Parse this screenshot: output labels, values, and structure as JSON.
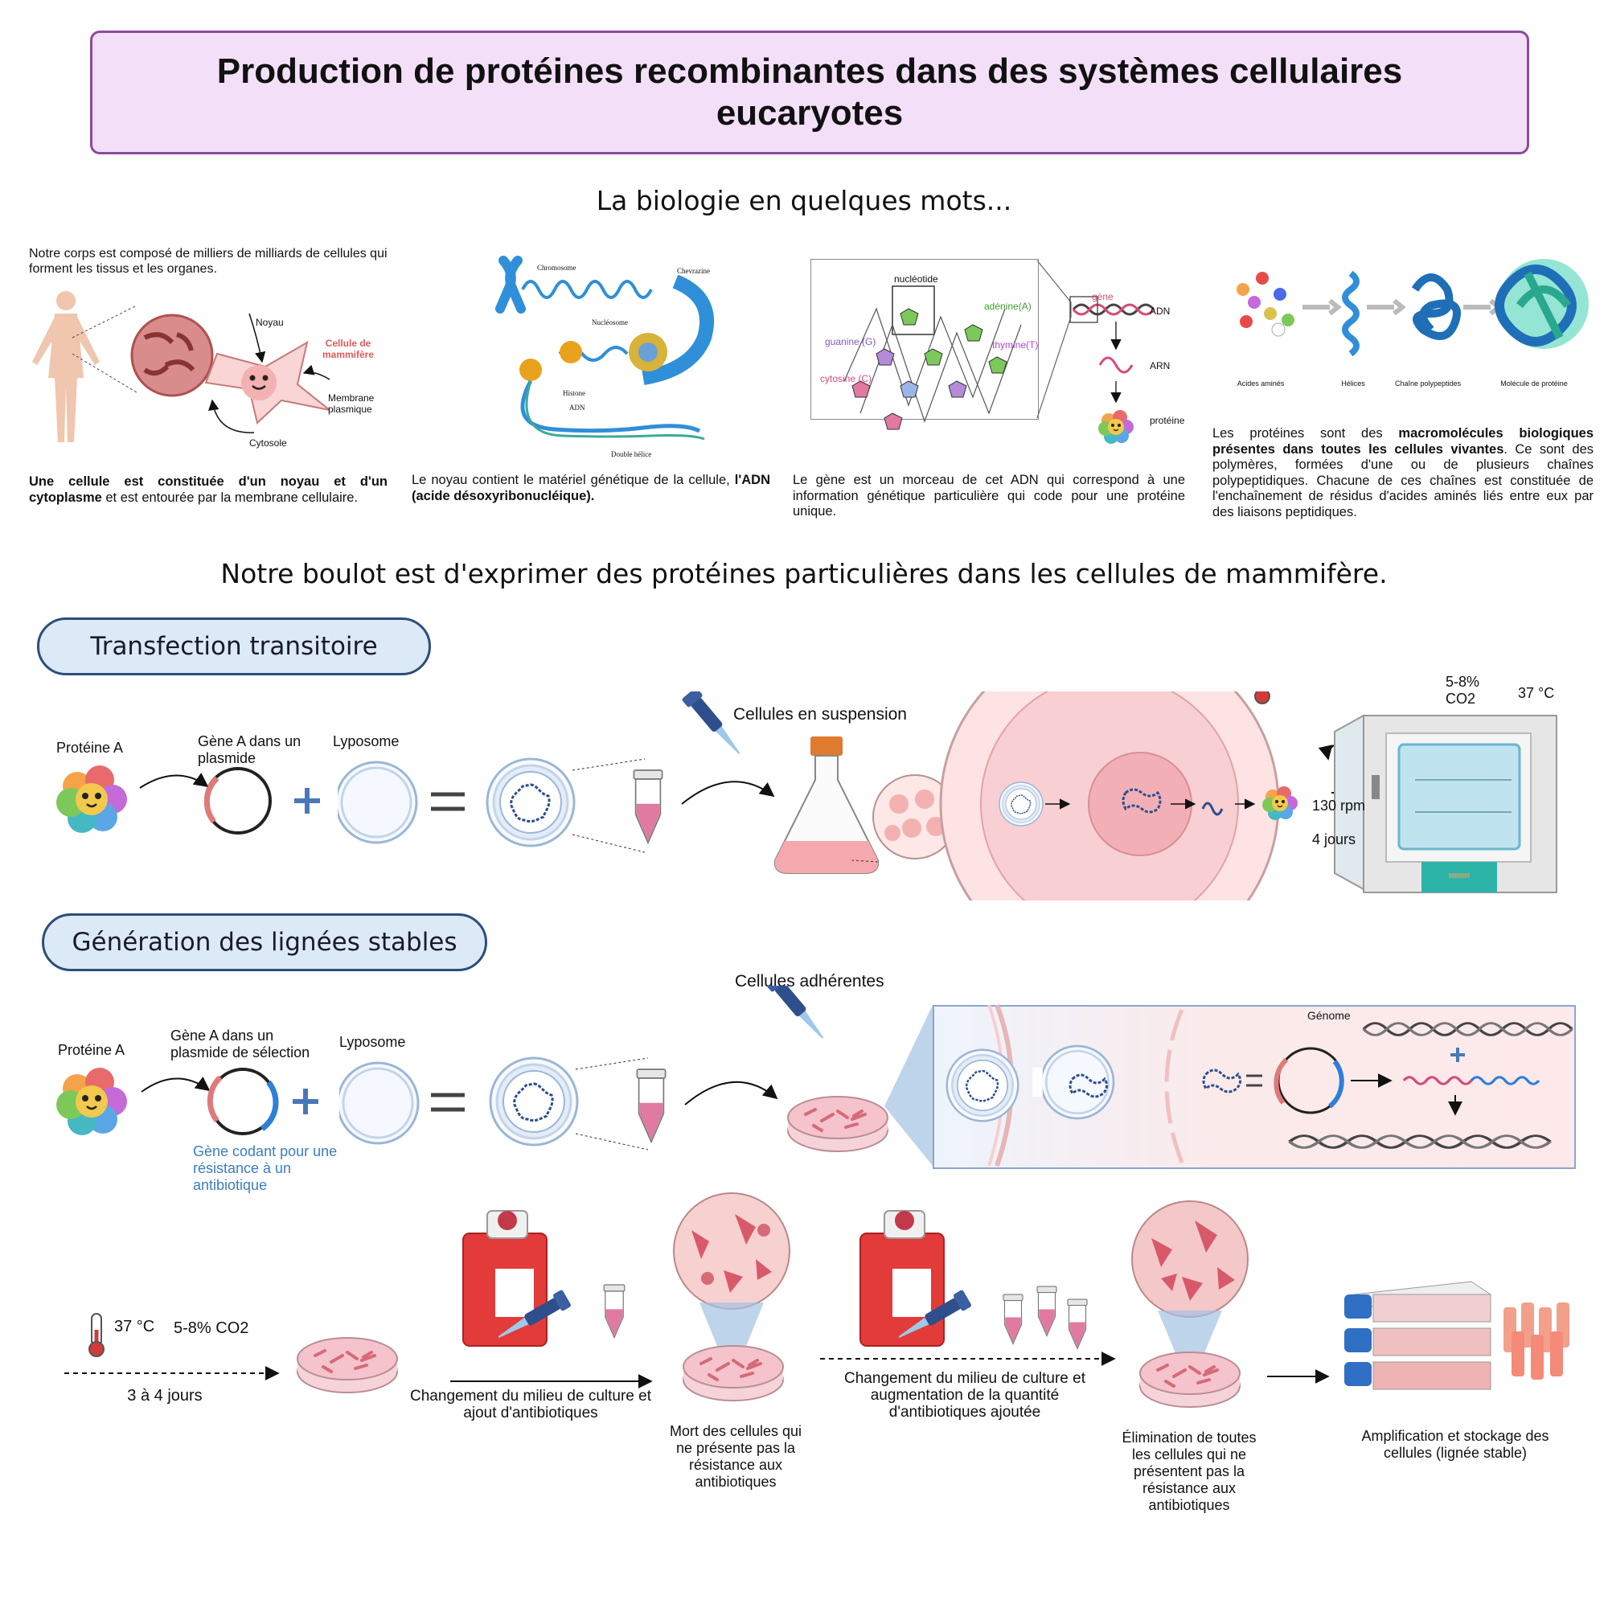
{
  "title": "Production de protéines recombinantes dans des systèmes cellulaires eucaryotes",
  "bio_heading": "La biologie en quelques mots...",
  "work_heading": "Notre boulot est d'exprimer des protéines particulières dans les cellules de mammifère.",
  "cell_panel": {
    "intro": "Notre corps est composé de milliers de milliards de cellules qui forment les tissus et les organes.",
    "noyau": "Noyau",
    "cellule_label": "Cellule de mammifère",
    "membrane": "Membrane plasmique",
    "cytosole": "Cytosole",
    "desc_bold": "Une cellule est constituée d'un noyau et d'un cytoplasme",
    "desc_rest": " et est entourée par la membrane cellulaire."
  },
  "dna_panel": {
    "chromosome": "Chromosome",
    "chevrazine": "Chevrazine",
    "nucleosome": "Nucléosome",
    "histone": "Histone",
    "adn": "ADN",
    "double_helice": "Double hélice",
    "desc_plain": "Le noyau contient le matériel génétique de la cellule, ",
    "desc_bold": "l'ADN (acide désoxyribonucléique)."
  },
  "gene_panel": {
    "nucleotide": "nucléotide",
    "adenine": "adénine(A)",
    "guanine": "guanine (G)",
    "thymine": "thymine(T)",
    "cytosine": "cytosine (C)",
    "gene": "gène",
    "adn": "ADN",
    "arn": "ARN",
    "proteine": "protéine",
    "desc": "Le gène est un morceau de cet ADN qui correspond à une information génétique particulière qui code pour une protéine unique."
  },
  "protein_panel": {
    "acides": "Acides aminés",
    "helices": "Hélices",
    "chaine": "Chaîne polypeptides",
    "molecule": "Molécule de protéine",
    "desc_plain1": "Les protéines sont des ",
    "desc_bold": "macromolécules biologiques présentes dans toutes les cellules vivantes",
    "desc_plain2": ". Ce sont des polymères, formées d'une ou de plusieurs chaînes polypeptidiques. Chacune de ces chaînes est constituée de l'enchaînement de résidus d'acides aminés liés entre eux par des liaisons peptidiques."
  },
  "transient": {
    "heading": "Transfection transitoire",
    "protein": "Protéine A",
    "gene": "Gène A dans un plasmide",
    "liposome": "Lyposome",
    "cells": "Cellules en suspension",
    "co2": "5-8% CO2",
    "temp": "37 °C",
    "rpm": "130 rpm",
    "days": "4 jours"
  },
  "stable": {
    "heading": "Génération des lignées stables",
    "protein": "Protéine A",
    "gene": "Gène A dans un plasmide de sélection",
    "resistance": "Gène codant pour une résistance à un antibiotique",
    "liposome": "Lyposome",
    "cells": "Cellules adhérentes",
    "genome": "Génome",
    "temp": "37 °C",
    "co2": "5-8% CO2",
    "days": "3 à 4 jours",
    "step1": "Changement du milieu de culture et ajout d'antibiotiques",
    "step2": "Mort des cellules qui ne présente pas la résistance aux antibiotiques",
    "step3": "Changement du milieu de culture et augmentation de la quantité d'antibiotiques ajoutée",
    "step4": "Élimination de toutes les cellules qui ne présentent pas la résistance aux antibiotiques",
    "step5": "Amplification et stockage des cellules (lignée stable)"
  }
}
